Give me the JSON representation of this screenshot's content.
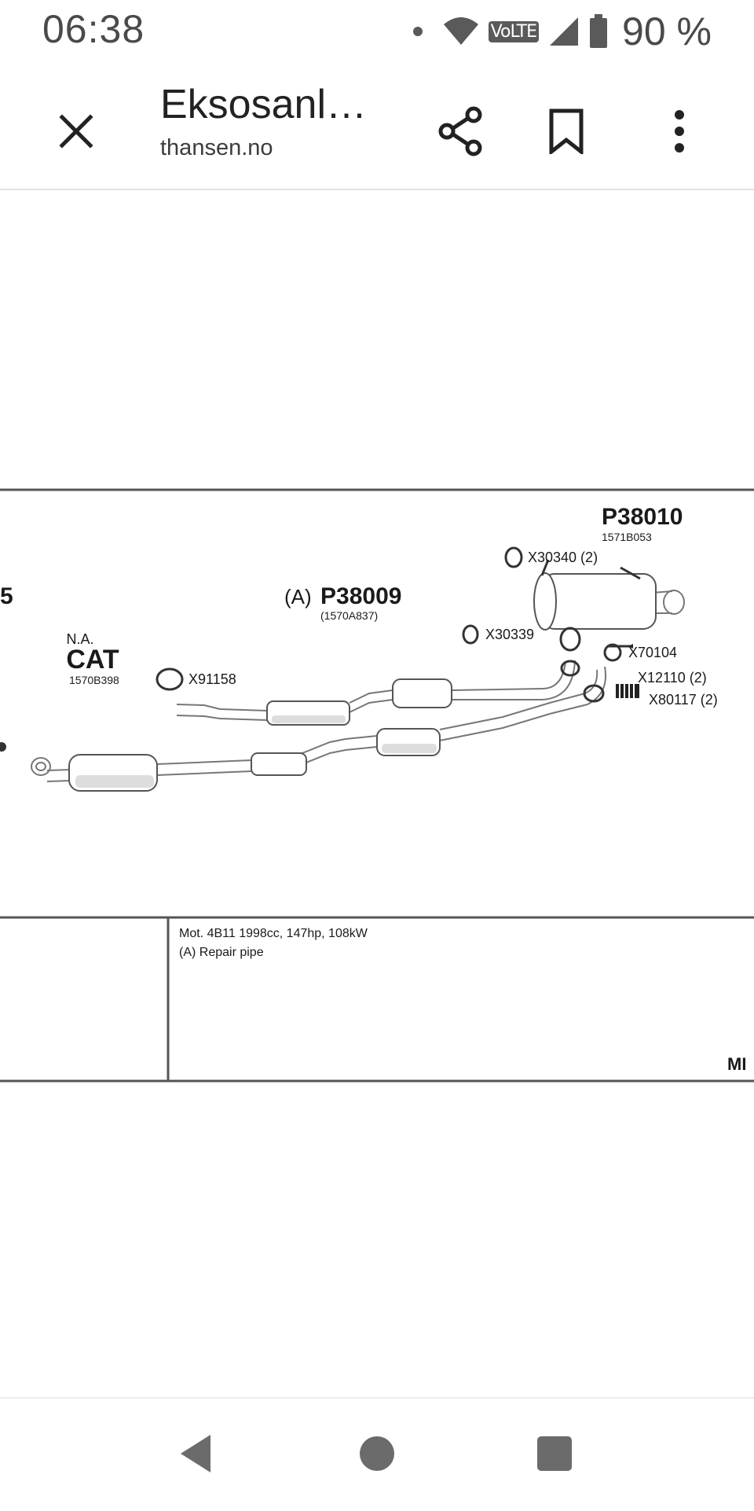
{
  "status_bar": {
    "time": "06:38",
    "network_label": "VoLTE",
    "battery": "90 %"
  },
  "app_bar": {
    "title": "Eksosanl…",
    "domain": "thansen.no",
    "icons": [
      "close-icon",
      "share-icon",
      "bookmark-icon",
      "more-vert-icon"
    ]
  },
  "diagram": {
    "left_partial_label": "5",
    "cat_top": "N.A.",
    "cat_label": "CAT",
    "cat_code": "1570B398",
    "clamp_x91158": "X91158",
    "middle_part_prefix": "(A)",
    "middle_part": "P38009",
    "middle_part_code": "(1570A837)",
    "rear_part": "P38010",
    "rear_part_code": "1571B053",
    "hanger_x30340": "X30340 (2)",
    "hanger_x30339": "X30339",
    "ring_x70104": "X70104",
    "bolt_x12110": "X12110 (2)",
    "spring_x80117": "X80117 (2)",
    "note_line1": "Mot. 4B11 1998cc, 147hp, 108kW",
    "note_line2": "(A) Repair pipe",
    "corner_label": "MI"
  },
  "nav_bar": {
    "icons": [
      "back-icon",
      "home-icon",
      "recents-icon"
    ]
  }
}
